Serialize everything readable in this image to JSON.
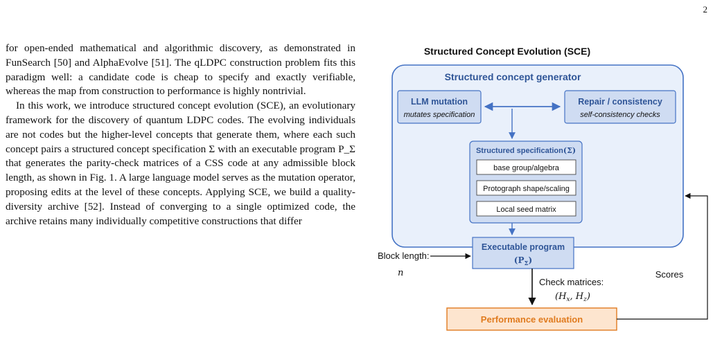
{
  "page_number": "2",
  "left_column": {
    "paragraph_1": "for open-ended mathematical and algorithmic discovery, as demonstrated in FunSearch [50] and AlphaEvolve [51]. The qLDPC construction problem fits this paradigm well: a candidate code is cheap to specify and exactly verifiable, whereas the map from construction to performance is highly nontrivial.",
    "paragraph_2": "In this work, we introduce structured concept evolution (SCE), an evolutionary framework for the discovery of quantum LDPC codes. The evolving individuals are not codes but the higher-level concepts that generate them, where each such concept pairs a structured concept specification Σ with an executable program P_Σ that generates the parity-check matrices of a CSS code at any admissible block length, as shown in Fig. 1. A large language model serves as the mutation operator, proposing edits at the level of these concepts. Applying SCE, we build a quality-diversity archive [52]. Instead of converging to a single optimized code, the archive retains many individually competitive constructions that differ"
  },
  "figure": {
    "title": "Structured Concept Evolution (SCE)",
    "generator_label": "Structured concept generator",
    "llm_box": {
      "title": "LLM mutation",
      "subtitle": "mutates specification"
    },
    "repair_box": {
      "title": "Repair / consistency",
      "subtitle": "self-consistency checks"
    },
    "spec_box": {
      "title": "Structured specification",
      "symbol": "(Σ)",
      "items": [
        "base group/algebra",
        "Protograph shape/scaling",
        "Local seed matrix"
      ]
    },
    "program_box": {
      "title": "Executable program",
      "symbol": "(P",
      "sub": "Σ",
      "close": ")"
    },
    "block_length_label": "Block length:",
    "block_length_var": "n",
    "check_matrices_label": "Check matrices:",
    "check_matrices_vars": "(H",
    "hx_sub": "x",
    "hz_sep": ", H",
    "hz_sub": "z",
    "hz_close": ")",
    "scores_label": "Scores",
    "evaluation_label": "Performance evaluation",
    "colors": {
      "outer_fill": "#e9f0fb",
      "outer_stroke": "#4472c4",
      "box_fill": "#cfdcf2",
      "title_blue": "#2f5597",
      "eval_fill": "#fde5cf",
      "eval_stroke": "#e07b1f",
      "eval_text": "#e07b1f"
    }
  }
}
